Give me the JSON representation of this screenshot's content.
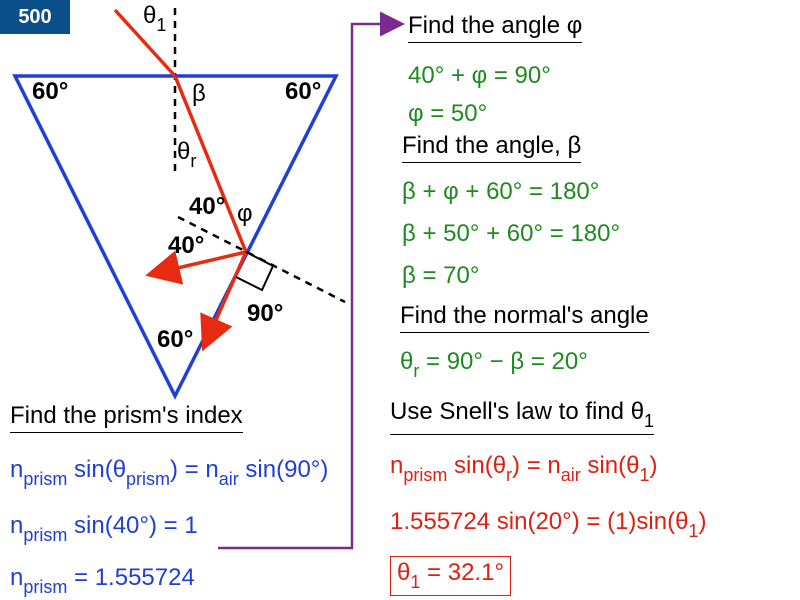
{
  "badge": "500",
  "figure": {
    "theta1": "θ",
    "theta1_sub": "1",
    "beta": "β",
    "theta_r": "θ",
    "theta_r_sub": "r",
    "phi": "φ",
    "angle_40a": "40°",
    "angle_40b": "40°",
    "angle_60_left": "60°",
    "angle_60_right": "60°",
    "angle_60_bottom": "60°",
    "angle_90": "90°"
  },
  "phi_section": {
    "heading": "Find the angle φ",
    "line1": "40° + φ = 90°",
    "line2": "φ = 50°"
  },
  "beta_section": {
    "heading": "Find the angle, β",
    "line1": "β + φ + 60° = 180°",
    "line2": "β + 50° + 60° = 180°",
    "line3": "β = 70°"
  },
  "normal_section": {
    "heading": "Find the normal's angle",
    "theta": "θ",
    "sub": "r",
    "rest": " = 90° − β = 20°"
  },
  "snell_section": {
    "heading_main": "Use Snell's law to find θ",
    "heading_sub": "1",
    "eq1": {
      "n1": "n",
      "n1_sub": "prism",
      "sin1": " sin(θ",
      "sin1_sub": "r",
      "mid": ") = n",
      "n2_sub": "air",
      "sin2": " sin(θ",
      "sin2_sub": "1",
      "end": ")"
    },
    "eq2": {
      "main": "1.555724 sin(20°) = (1)sin(θ",
      "sub": "1",
      "end": ")"
    },
    "result": {
      "theta": "θ",
      "sub": "1",
      "rest": " = 32.1°"
    }
  },
  "index_section": {
    "heading": "Find the prism's index",
    "eq1": {
      "n": "n",
      "n_sub": "prism",
      "sin": " sin(θ",
      "theta_sub": "prism",
      "mid": ") = n",
      "air_sub": "air",
      "end": " sin(90°)"
    },
    "eq2": {
      "n": "n",
      "n_sub": "prism",
      "rest": " sin(40°) = 1"
    },
    "eq3": {
      "n": "n",
      "n_sub": "prism",
      "rest": " = 1.555724"
    }
  },
  "colors": {
    "prism": "#1f3fd6",
    "ray": "#e82a10",
    "arrow_line": "#7b2a8f",
    "green_text": "#1f8a1f",
    "blue_text": "#1f3fd6",
    "red_text": "#e02010",
    "badge_bg": "#0b4f8a"
  }
}
